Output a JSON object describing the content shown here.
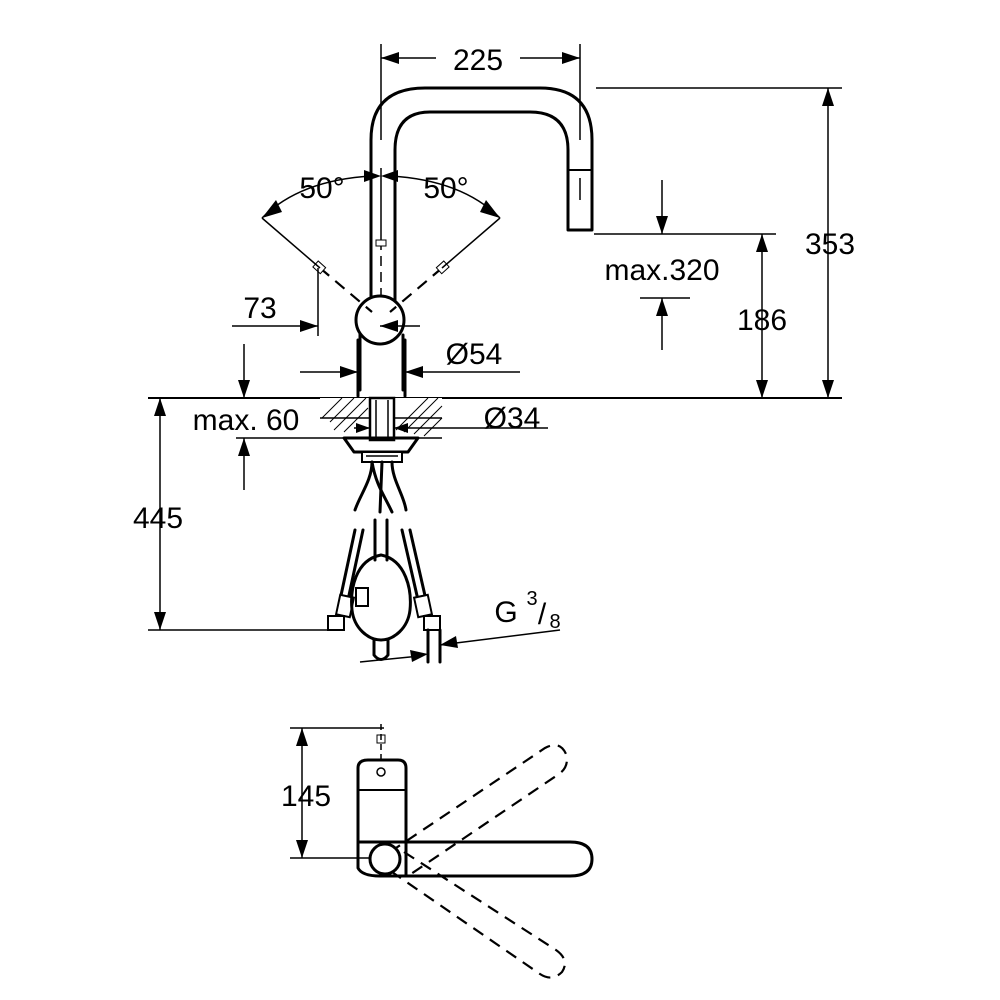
{
  "dimensions": {
    "spout_reach": "225",
    "total_height": "353",
    "max_height": "max.320",
    "spout_height": "186",
    "lever_height": "73",
    "base_diameter": "Ø54",
    "hole_diameter": "Ø34",
    "deck_thickness": "max. 60",
    "hose_length": "445",
    "thread_prefix": "G",
    "thread_num": "3",
    "thread_den": "8",
    "swivel_left": "50°",
    "swivel_right": "50°",
    "top_depth": "145"
  },
  "colors": {
    "line": "#000000",
    "background": "#ffffff"
  }
}
